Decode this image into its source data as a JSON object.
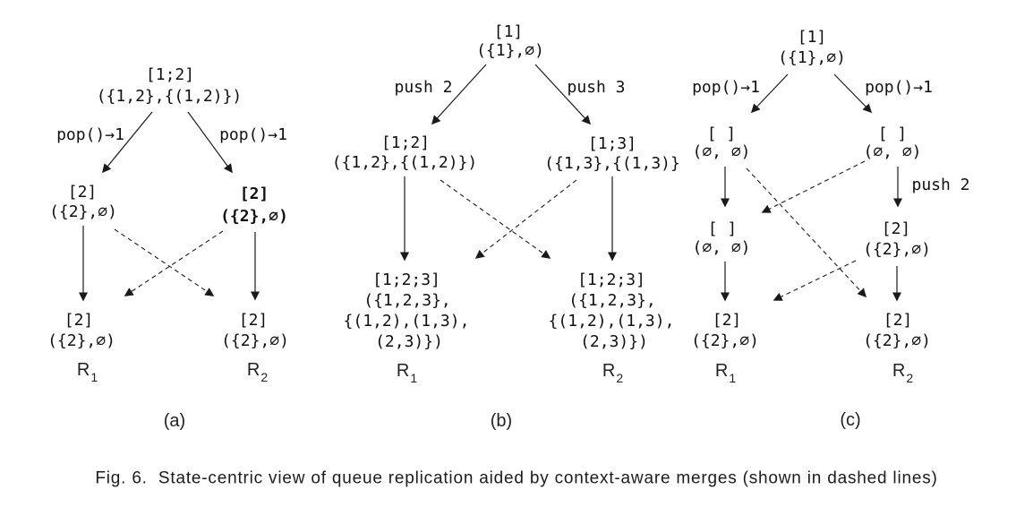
{
  "figure_caption": "Fig. 6.  State-centric view of queue replication aided by context-aware merges (shown in dashed lines)",
  "panels": {
    "a": {
      "caption": "(a)",
      "top": [
        "[1;2]",
        "({1,2},{(1,2)})"
      ],
      "edge_labels": {
        "pop_left": "pop()→1",
        "pop_right": "pop()→1"
      },
      "mid_left": [
        "[2]",
        "({2},∅)"
      ],
      "mid_right": [
        "[2]",
        "({2},∅)"
      ],
      "bottom_left": [
        "[2]",
        "({2},∅)"
      ],
      "bottom_right": [
        "[2]",
        "({2},∅)"
      ],
      "replica_left": {
        "base": "R",
        "sub": "1"
      },
      "replica_right": {
        "base": "R",
        "sub": "2"
      }
    },
    "b": {
      "caption": "(b)",
      "top": [
        "[1]",
        "({1},∅)"
      ],
      "edge_labels": {
        "push_left": "push 2",
        "push_right": "push 3"
      },
      "mid_left": [
        "[1;2]",
        "({1,2},{(1,2)})"
      ],
      "mid_right": [
        "[1;3]",
        "({1,3},{(1,3)}"
      ],
      "bottom_left": [
        "[1;2;3]",
        "({1,2,3},",
        "{(1,2),(1,3),",
        "(2,3)})"
      ],
      "bottom_right": [
        "[1;2;3]",
        "({1,2,3},",
        "{(1,2),(1,3),",
        "(2,3)})"
      ],
      "replica_left": {
        "base": "R",
        "sub": "1"
      },
      "replica_right": {
        "base": "R",
        "sub": "2"
      }
    },
    "c": {
      "caption": "(c)",
      "top": [
        "[1]",
        "({1},∅)"
      ],
      "edge_labels": {
        "pop_left": "pop()→1",
        "pop_right": "pop()→1",
        "push_right": "push 2"
      },
      "row2_left": [
        "[ ]",
        "(∅, ∅)"
      ],
      "row2_right": [
        "[ ]",
        "(∅, ∅)"
      ],
      "row3_left": [
        "[ ]",
        "(∅, ∅)"
      ],
      "row3_right": [
        "[2]",
        "({2},∅)"
      ],
      "bottom_left": [
        "[2]",
        "({2},∅)"
      ],
      "bottom_right": [
        "[2]",
        "({2},∅)"
      ],
      "replica_left": {
        "base": "R",
        "sub": "1"
      },
      "replica_right": {
        "base": "R",
        "sub": "2"
      }
    }
  }
}
